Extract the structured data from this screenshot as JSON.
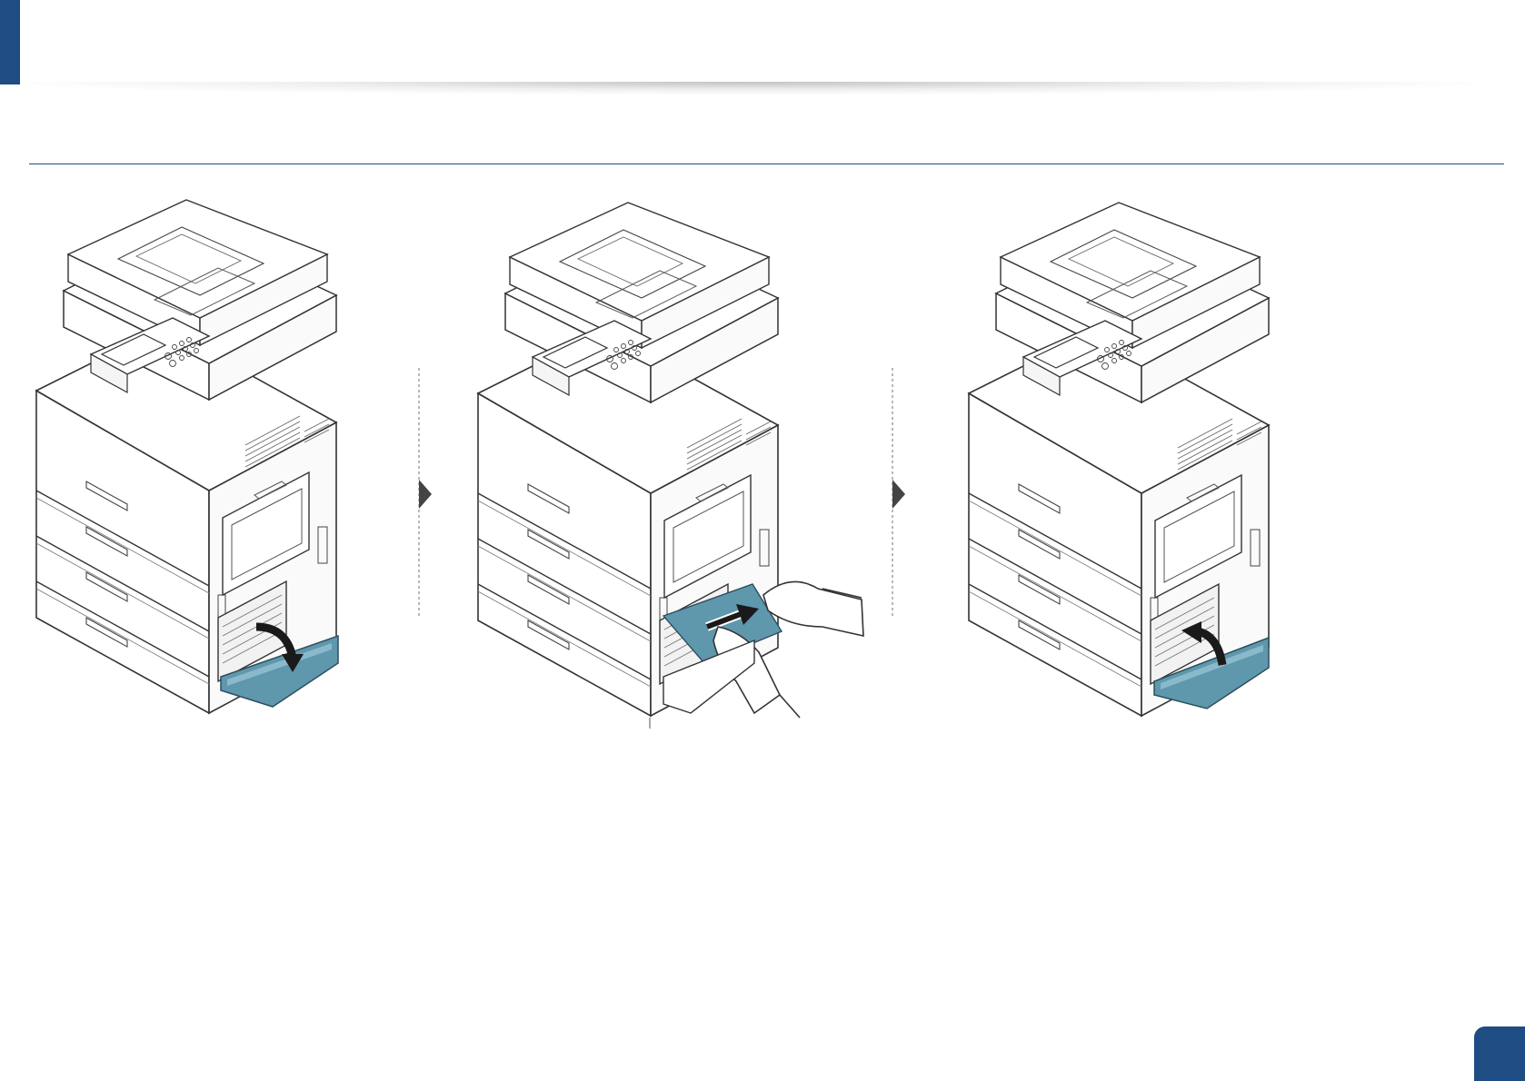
{
  "page": {
    "accent_color": "#1d4d82",
    "highlight_color": "#5f97ad"
  },
  "steps": [
    {
      "index": 1,
      "action": "open-lower-side-cover",
      "icon": "curved-arrow-down-icon"
    },
    {
      "index": 2,
      "action": "pull-out-jammed-paper",
      "icon": "arrow-right-icon"
    },
    {
      "index": 3,
      "action": "close-lower-side-cover",
      "icon": "curved-arrow-up-icon"
    }
  ],
  "separators": [
    "step-arrow-icon",
    "step-arrow-icon"
  ]
}
